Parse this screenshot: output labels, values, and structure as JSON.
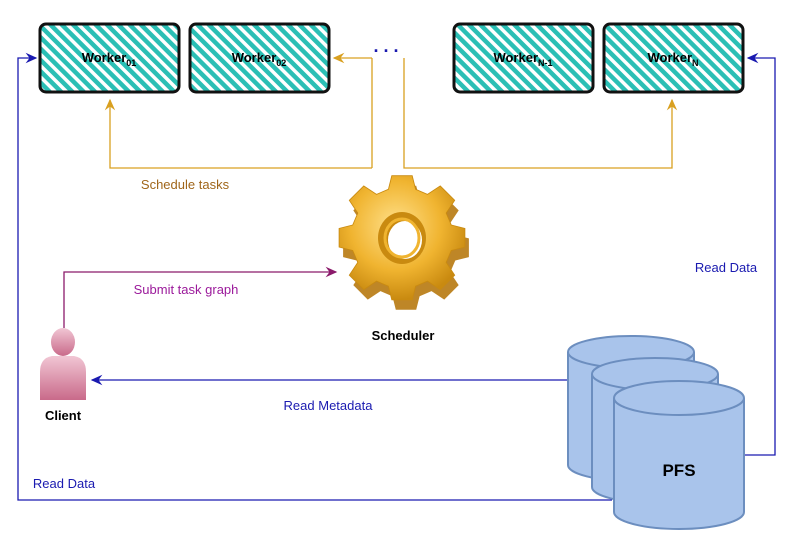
{
  "workers": [
    {
      "name": "Worker",
      "sub": "01"
    },
    {
      "name": "Worker",
      "sub": "02"
    },
    {
      "name": "Worker",
      "sub": "N-1"
    },
    {
      "name": "Worker",
      "sub": "N"
    }
  ],
  "ellipsis": ". . .",
  "labels": {
    "schedule_tasks": "Schedule tasks",
    "submit_task_graph": "Submit task graph",
    "scheduler": "Scheduler",
    "client": "Client",
    "read_metadata": "Read Metadata",
    "read_data_left": "Read Data",
    "read_data_right": "Read Data",
    "pfs": "PFS"
  },
  "colors": {
    "worker_hatch": "#2bbfb5",
    "schedule_arrow": "#d9a020",
    "schedule_text": "#a0661a",
    "submit_arrow": "#8b1a6b",
    "submit_text": "#9b1a9b",
    "data_arrow": "#1a1ab0",
    "storage_fill": "#a9c4eb",
    "storage_stroke": "#6c8ebf",
    "client_fill": "#d9849f"
  },
  "icons": {
    "scheduler": "gear-icon",
    "client": "user-icon",
    "pfs": "database-icon"
  }
}
